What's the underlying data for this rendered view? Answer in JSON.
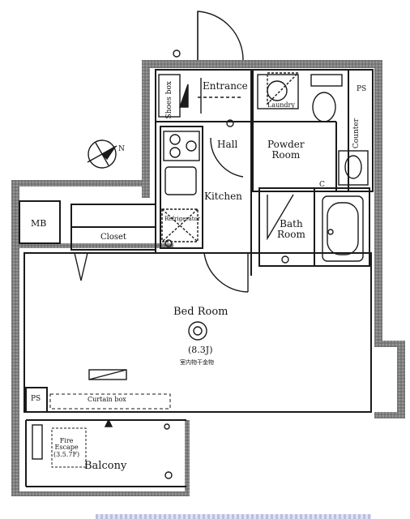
{
  "rooms": {
    "entrance": "Entrance",
    "shoes_box": "Shoes box",
    "hall": "Hall",
    "kitchen": "Kitchen",
    "refrigerator": "Refrigerator",
    "laundry": "Laundry",
    "powder_room_l1": "Powder",
    "powder_room_l2": "Room",
    "counter": "Counter",
    "ps_top": "PS",
    "c_mark": "C",
    "bath_l1": "Bath",
    "bath_l2": "Room",
    "mb": "MB",
    "closet": "Closet",
    "bed_room": "Bed Room",
    "bed_size": "(8.3J)",
    "bed_note": "室内物干金物",
    "ps_bottom": "PS",
    "curtain_box": "Curtain box",
    "fire_l1": "Fire",
    "fire_l2": "Escape",
    "fire_l3": "(3.5.7F)",
    "balcony": "Balcony",
    "compass_n": "N"
  },
  "colors": {
    "wall": "#8b8b8b",
    "line": "#1a1a1a"
  }
}
